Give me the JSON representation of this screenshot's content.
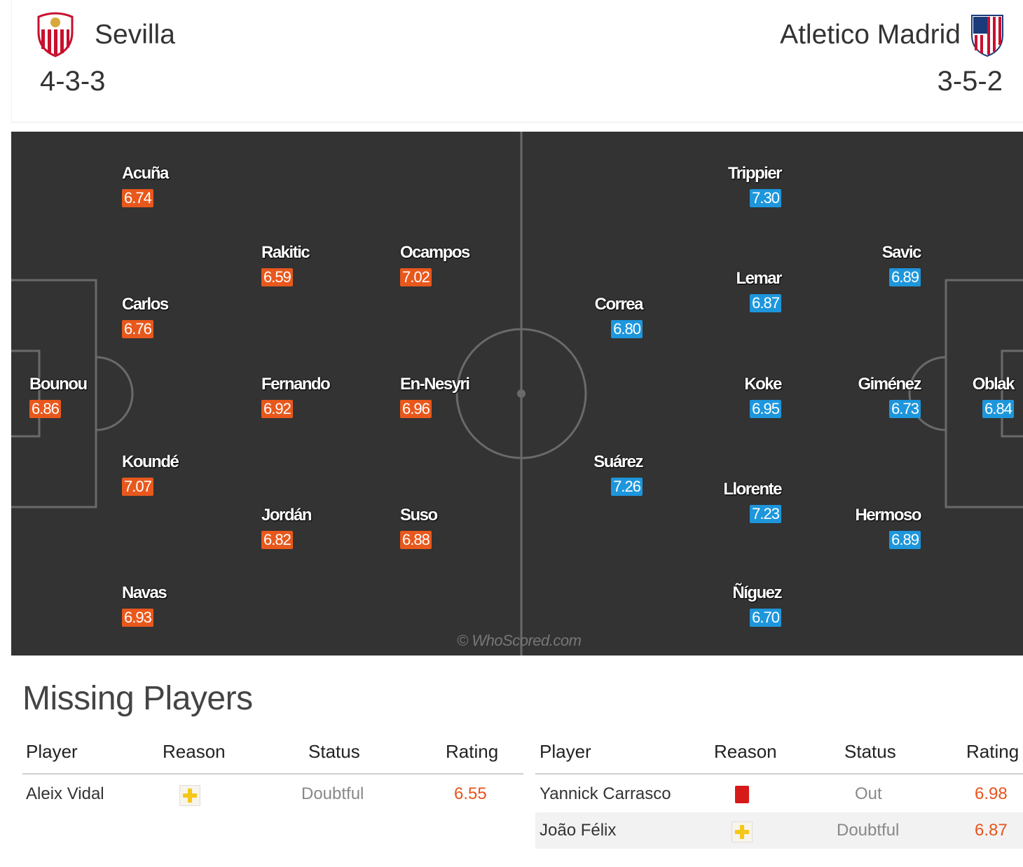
{
  "home": {
    "team": "Sevilla",
    "formation": "4-3-3",
    "colors": {
      "rating_bg": "#e8581c"
    },
    "players": [
      {
        "name": "Acuña",
        "rating": "6.74"
      },
      {
        "name": "Rakitic",
        "rating": "6.59"
      },
      {
        "name": "Ocampos",
        "rating": "7.02"
      },
      {
        "name": "Carlos",
        "rating": "6.76"
      },
      {
        "name": "Bounou",
        "rating": "6.86"
      },
      {
        "name": "Fernando",
        "rating": "6.92"
      },
      {
        "name": "En-Nesyri",
        "rating": "6.96"
      },
      {
        "name": "Koundé",
        "rating": "7.07"
      },
      {
        "name": "Jordán",
        "rating": "6.82"
      },
      {
        "name": "Suso",
        "rating": "6.88"
      },
      {
        "name": "Navas",
        "rating": "6.93"
      }
    ]
  },
  "away": {
    "team": "Atletico Madrid",
    "formation": "3-5-2",
    "colors": {
      "rating_bg": "#1d96dc"
    },
    "players": [
      {
        "name": "Trippier",
        "rating": "7.30"
      },
      {
        "name": "Savic",
        "rating": "6.89"
      },
      {
        "name": "Lemar",
        "rating": "6.87"
      },
      {
        "name": "Correa",
        "rating": "6.80"
      },
      {
        "name": "Koke",
        "rating": "6.95"
      },
      {
        "name": "Giménez",
        "rating": "6.73"
      },
      {
        "name": "Oblak",
        "rating": "6.84"
      },
      {
        "name": "Suárez",
        "rating": "7.26"
      },
      {
        "name": "Llorente",
        "rating": "7.23"
      },
      {
        "name": "Hermoso",
        "rating": "6.89"
      },
      {
        "name": "Ñíguez",
        "rating": "6.70"
      }
    ]
  },
  "watermark": "© WhoScored.com",
  "missing": {
    "title": "Missing Players",
    "columns": [
      "Player",
      "Reason",
      "Status",
      "Rating"
    ],
    "home_rows": [
      {
        "player": "Aleix Vidal",
        "reason": "injury-icon",
        "status": "Doubtful",
        "rating": "6.55"
      }
    ],
    "away_rows": [
      {
        "player": "Yannick Carrasco",
        "reason": "red-card-icon",
        "status": "Out",
        "rating": "6.98"
      },
      {
        "player": "João Félix",
        "reason": "injury-icon",
        "status": "Doubtful",
        "rating": "6.87"
      }
    ]
  }
}
